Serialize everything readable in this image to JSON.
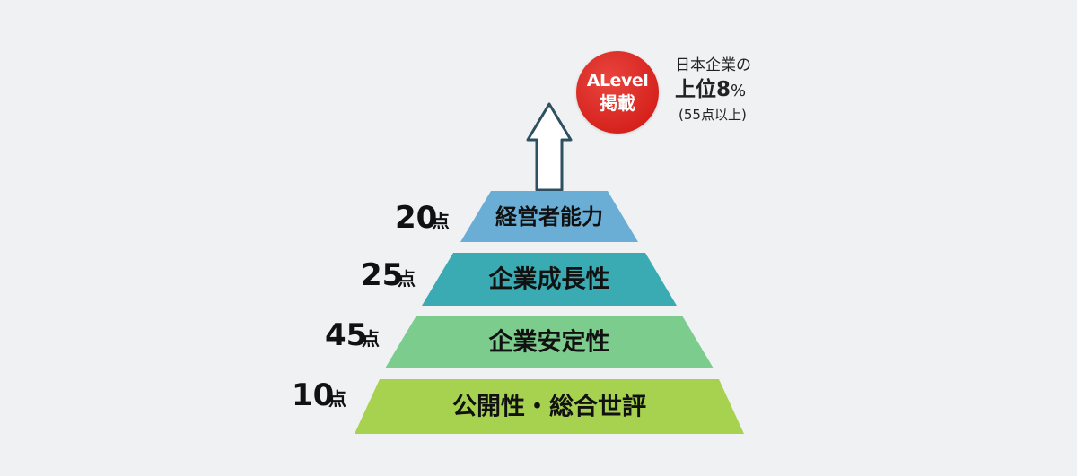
{
  "pyramid": {
    "tiers": [
      {
        "label": "経営者能力",
        "score": "20",
        "unit": "点",
        "color": "#6aaed6"
      },
      {
        "label": "企業成長性",
        "score": "25",
        "unit": "点",
        "color": "#3aabb2"
      },
      {
        "label": "企業安定性",
        "score": "45",
        "unit": "点",
        "color": "#7ccc8e"
      },
      {
        "label": "公開性・総合世評",
        "score": "10",
        "unit": "点",
        "color": "#a7d24f"
      }
    ]
  },
  "arrow": {
    "icon": "up-arrow-outline-icon",
    "stroke_color": "#2f5060"
  },
  "badge": {
    "line1": "ALevel",
    "line2": "掲載",
    "color": "#d7231e"
  },
  "note": {
    "line1": "日本企業の",
    "line2_text": "上位",
    "line2_number": "8",
    "line2_unit": "%",
    "line3": "(55点以上)"
  }
}
